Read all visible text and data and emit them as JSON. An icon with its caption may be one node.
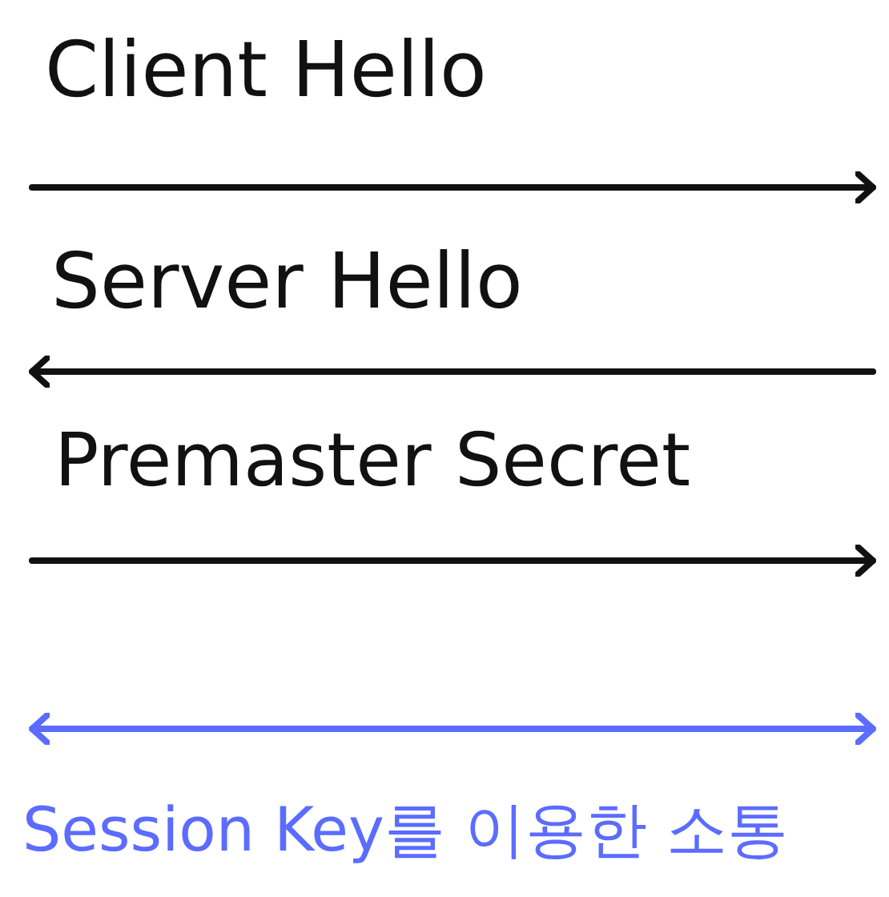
{
  "diagram": {
    "labels": [
      "Client Hello",
      "Server Hello",
      "Premaster Secret",
      "Session Key를 이용한 소통"
    ]
  }
}
